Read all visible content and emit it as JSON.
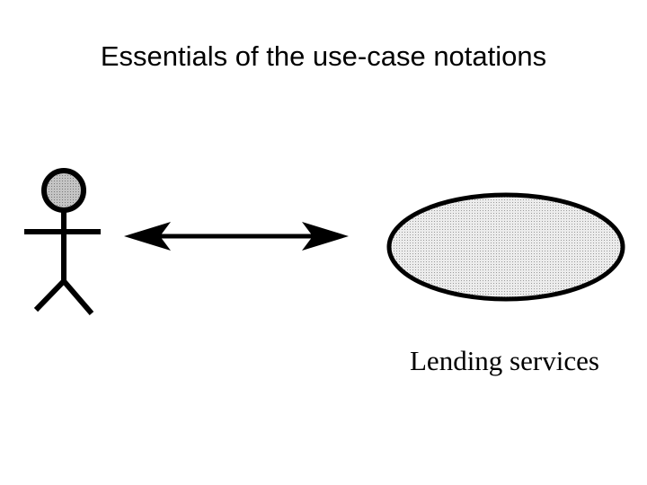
{
  "slide": {
    "title": "Essentials of the use-case notations"
  },
  "diagram": {
    "actor": {
      "icon": "stick-figure-actor-icon",
      "head_fill": "#c0c0c0",
      "stroke": "#000000"
    },
    "association": {
      "icon": "double-headed-arrow-icon",
      "direction": "bidirectional"
    },
    "use_case": {
      "label": "Lending services",
      "fill": "#e6e6e6",
      "stroke": "#000000"
    }
  }
}
